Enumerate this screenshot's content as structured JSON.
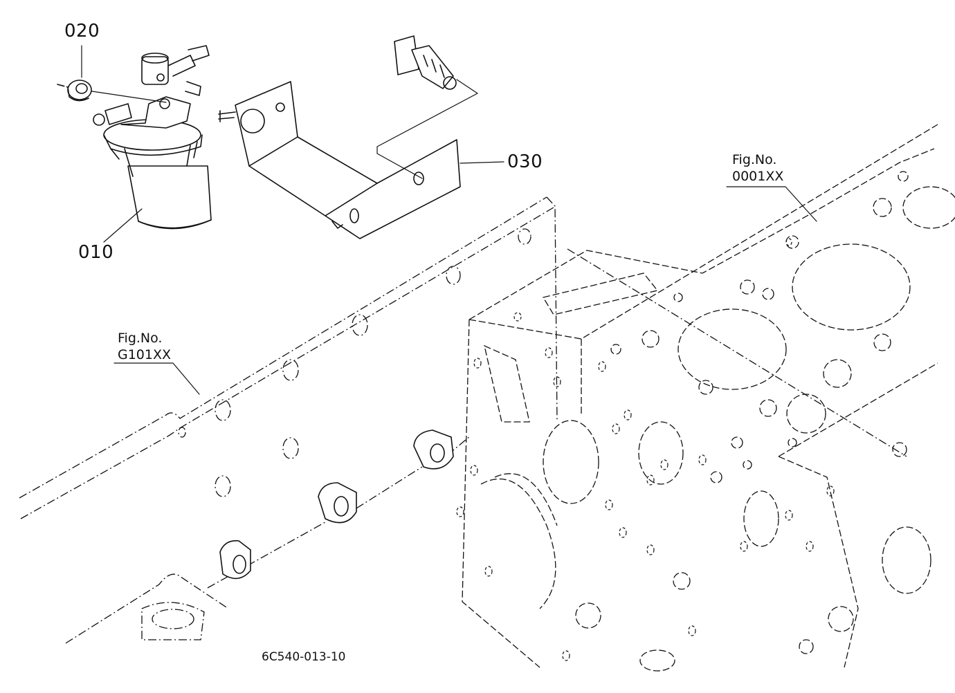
{
  "callouts": {
    "part_010": "010",
    "part_020": "020",
    "part_030": "030"
  },
  "fig_refs": {
    "cylinder_head": {
      "line1": "Fig.No.",
      "line2": "0001XX"
    },
    "crankcase": {
      "line1": "Fig.No.",
      "line2": "G101XX"
    }
  },
  "drawing_number": "6C540-013-10",
  "colors": {
    "ink": "#111111",
    "paper": "#ffffff"
  }
}
